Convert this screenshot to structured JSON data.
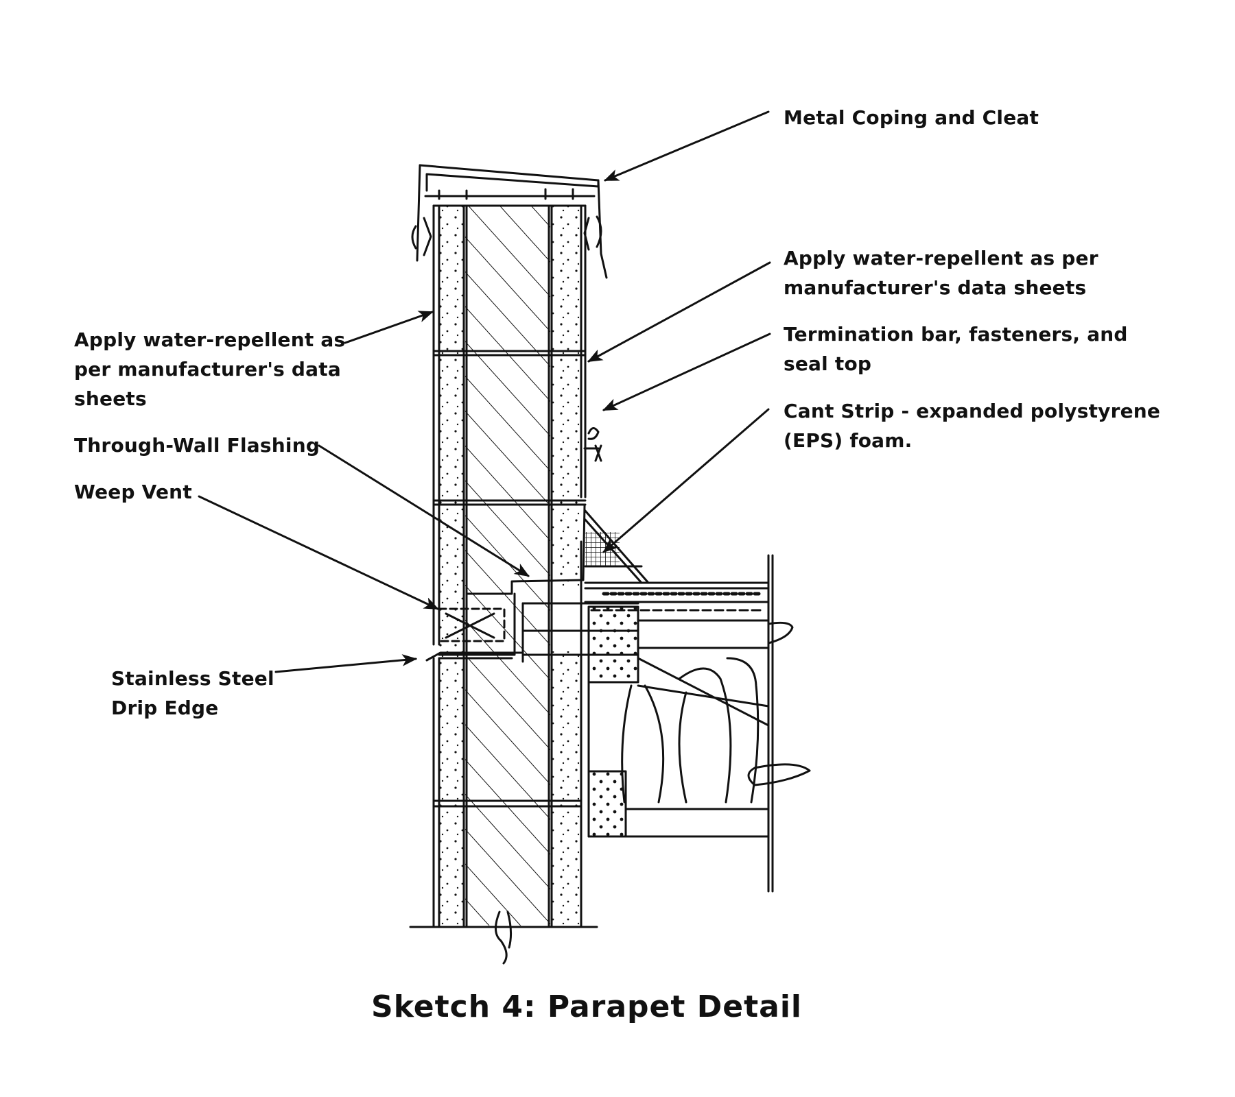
{
  "labels": {
    "metal_coping": [
      "Metal Coping and Cleat"
    ],
    "water_repellent_right": [
      "Apply water-repellent as per",
      "manufacturer's data sheets"
    ],
    "termination_bar": [
      "Termination bar, fasteners, and",
      "seal top"
    ],
    "cant_strip": [
      "Cant Strip - expanded polystyrene",
      "(EPS) foam."
    ],
    "water_repellent_left": [
      "Apply water-repellent as",
      "per manufacturer's data",
      "sheets"
    ],
    "through_wall_flashing": [
      "Through-Wall Flashing"
    ],
    "weep_vent": [
      "Weep Vent"
    ],
    "drip_edge": [
      "Stainless Steel",
      "Drip Edge"
    ]
  },
  "caption": "Sketch 4: Parapet Detail",
  "colors": {
    "ink": "#111111",
    "background": "#ffffff"
  }
}
